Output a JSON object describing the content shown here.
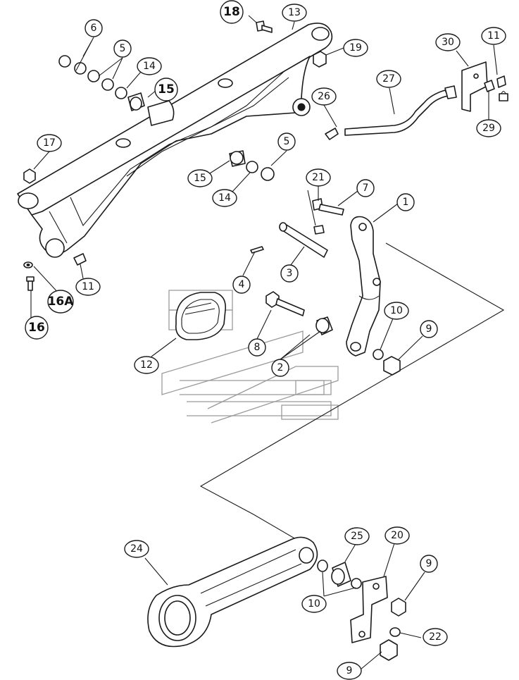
{
  "callouts": {
    "c1": "1",
    "c2": "2",
    "c3": "3",
    "c4": "4",
    "c5a": "5",
    "c5b": "5",
    "c6": "6",
    "c7": "7",
    "c8": "8",
    "c9a": "9",
    "c9b": "9",
    "c9c": "9",
    "c10a": "10",
    "c10b": "10",
    "c11a": "11",
    "c11b": "11",
    "c12": "12",
    "c13": "13",
    "c14a": "14",
    "c14b": "14",
    "c15a": "15",
    "c15b": "15",
    "c16": "16",
    "c16a": "16A",
    "c17": "17",
    "c18": "18",
    "c19": "19",
    "c20": "20",
    "c21": "21",
    "c22": "22",
    "c24": "24",
    "c25": "25",
    "c26": "26",
    "c27": "27",
    "c29": "29",
    "c30": "30"
  },
  "colors": {
    "line": "#1a1a1a",
    "watermark": "#9a9a9a",
    "background": "#ffffff"
  }
}
